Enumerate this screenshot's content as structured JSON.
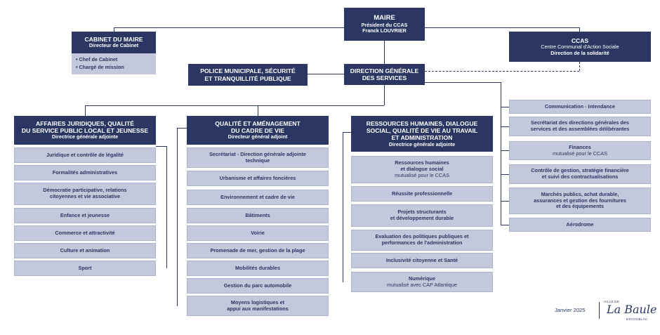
{
  "maire": {
    "title": "MAIRE",
    "line1": "Président du CCAS",
    "line2": "Franck LOUVRIER"
  },
  "cabinet": {
    "title": "CABINET DU MAIRE",
    "subtitle": "Directeur de Cabinet",
    "items": [
      "Chef de Cabinet",
      "Chargé de mission"
    ]
  },
  "ccas": {
    "title": "CCAS",
    "line1": "Centre Communal d'Action Sociale",
    "line2": "Direction de la solidarité"
  },
  "police": {
    "line1": "POLICE MUNICIPALE, SÉCURITÉ",
    "line2": "ET TRANQUILLITÉ PUBLIQUE"
  },
  "dgs": {
    "line1": "DIRECTION GÉNÉRALE",
    "line2": "DES SERVICES"
  },
  "col1": {
    "title1": "AFFAIRES JURIDIQUES, QUALITÉ",
    "title2": "DU SERVICE PUBLIC LOCAL ET JEUNESSE",
    "subtitle": "Directrice générale adjointe",
    "items": [
      [
        "Juridique et contrôle de légalité"
      ],
      [
        "Formalités administratives"
      ],
      [
        "Démocratie participative, relations",
        "citoyennes et vie associative"
      ],
      [
        "Enfance et jeunesse"
      ],
      [
        "Commerce et attractivité"
      ],
      [
        "Culture et animation"
      ],
      [
        "Sport"
      ]
    ]
  },
  "col2": {
    "title1": "QUALITÉ ET AMÉNAGEMENT",
    "title2": "DU CADRE DE VIE",
    "subtitle": "Directeur général adjoint",
    "items": [
      [
        "Secrétariat - Direction générale adjointe",
        "technique"
      ],
      [
        "Urbanisme et affaires foncières"
      ],
      [
        "Environnement et cadre de vie"
      ],
      [
        "Bâtiments"
      ],
      [
        "Voirie"
      ],
      [
        "Promenade de mer, gestion de la plage"
      ],
      [
        "Mobilités durables"
      ],
      [
        "Gestion du parc automobile"
      ],
      [
        "Moyens logistiques et",
        "appui aux manifestations"
      ]
    ]
  },
  "col3": {
    "title1": "RESSOURCES HUMAINES, DIALOGUE",
    "title2": "SOCIAL, QUALITÉ DE VIE AU TRAVAIL",
    "title3": "ET ADMINISTRATION",
    "subtitle": "Directrice générale adjointe",
    "items": [
      {
        "lines": [
          "Ressources humaines",
          "et dialogue social"
        ],
        "sub": "mutualisé pour le CCAS"
      },
      {
        "lines": [
          "Réussite professionnelle"
        ],
        "sub": ""
      },
      {
        "lines": [
          "Projets structurants",
          "et développement durable"
        ],
        "sub": ""
      },
      {
        "lines": [
          "Evaluation des politiques publiques et",
          "performances de l'administration"
        ],
        "sub": ""
      },
      {
        "lines": [
          "Inclusivité citoyenne et Santé"
        ],
        "sub": ""
      },
      {
        "lines": [
          "Numérique"
        ],
        "sub": "mutualisé avec CAP Atlantique"
      }
    ]
  },
  "col4": {
    "items": [
      {
        "lines": [
          "Communication - Intendance"
        ],
        "sub": ""
      },
      {
        "lines": [
          "Secrétariat des directions générales des",
          "services et des assemblées délibérantes"
        ],
        "sub": ""
      },
      {
        "lines": [
          "Finances"
        ],
        "sub": "mutualisé pour le CCAS"
      },
      {
        "lines": [
          "Contrôle de gestion, stratégie financière",
          "et suivi des contractualisations"
        ],
        "sub": ""
      },
      {
        "lines": [
          "Marchés publics, achat durable,",
          "assurances et gestion des fournitures",
          "et des équipements"
        ],
        "sub": ""
      },
      {
        "lines": [
          "Aérodrome"
        ],
        "sub": ""
      }
    ]
  },
  "footer": {
    "date": "Janvier 2025",
    "logo_top": "VILLE DE",
    "logo_main": "La Baule",
    "logo_bottom": "ESCOUBLAC"
  },
  "colors": {
    "dark": "#2b3762",
    "light": "#c4c8dc"
  }
}
